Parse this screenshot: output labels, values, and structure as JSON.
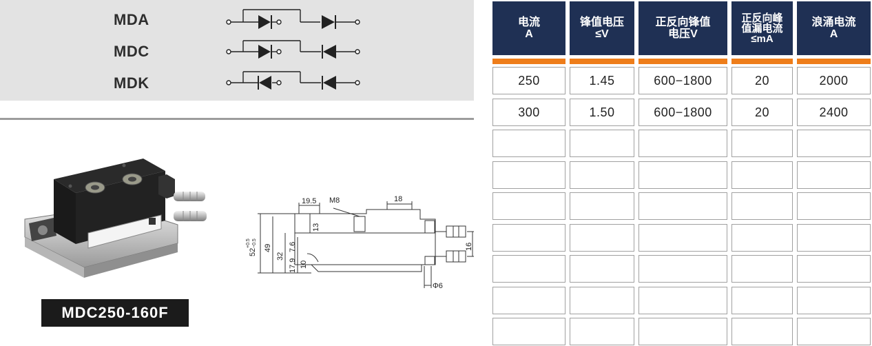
{
  "types": [
    {
      "code": "MDA"
    },
    {
      "code": "MDC"
    },
    {
      "code": "MDK"
    }
  ],
  "model_label": "MDC250-160F",
  "drawing": {
    "dim_195": "19.5",
    "dim_m8": "M8",
    "dim_18": "18",
    "dim_13": "13",
    "dim_52": "52",
    "dim_52_tol_plus": "+0.5",
    "dim_52_tol_minus": "−0.5",
    "dim_49": "49",
    "dim_32": "32",
    "dim_76": "7.6",
    "dim_179": "17.9",
    "dim_10": "10",
    "dim_16": "16",
    "dim_phi6": "Φ6"
  },
  "table": {
    "headers": [
      {
        "line1": "电流",
        "line2": "A"
      },
      {
        "line1": "锋值电压",
        "line2": "≤V"
      },
      {
        "line1": "正反向锋值",
        "line2": "电压V"
      },
      {
        "line1": "正反向峰",
        "line2": "值漏电流",
        "line3": "≤mA"
      },
      {
        "line1": "浪涌电流",
        "line2": "A"
      }
    ],
    "rows": [
      [
        "250",
        "1.45",
        "600−1800",
        "20",
        "2000"
      ],
      [
        "300",
        "1.50",
        "600−1800",
        "20",
        "2400"
      ],
      [
        "",
        "",
        "",
        "",
        ""
      ],
      [
        "",
        "",
        "",
        "",
        ""
      ],
      [
        "",
        "",
        "",
        "",
        ""
      ],
      [
        "",
        "",
        "",
        "",
        ""
      ],
      [
        "",
        "",
        "",
        "",
        ""
      ],
      [
        "",
        "",
        "",
        "",
        ""
      ],
      [
        "",
        "",
        "",
        "",
        ""
      ]
    ]
  },
  "colors": {
    "header_bg": "#1f3054",
    "accent": "#ee7d1a",
    "label_bg": "#1b1b1b"
  }
}
